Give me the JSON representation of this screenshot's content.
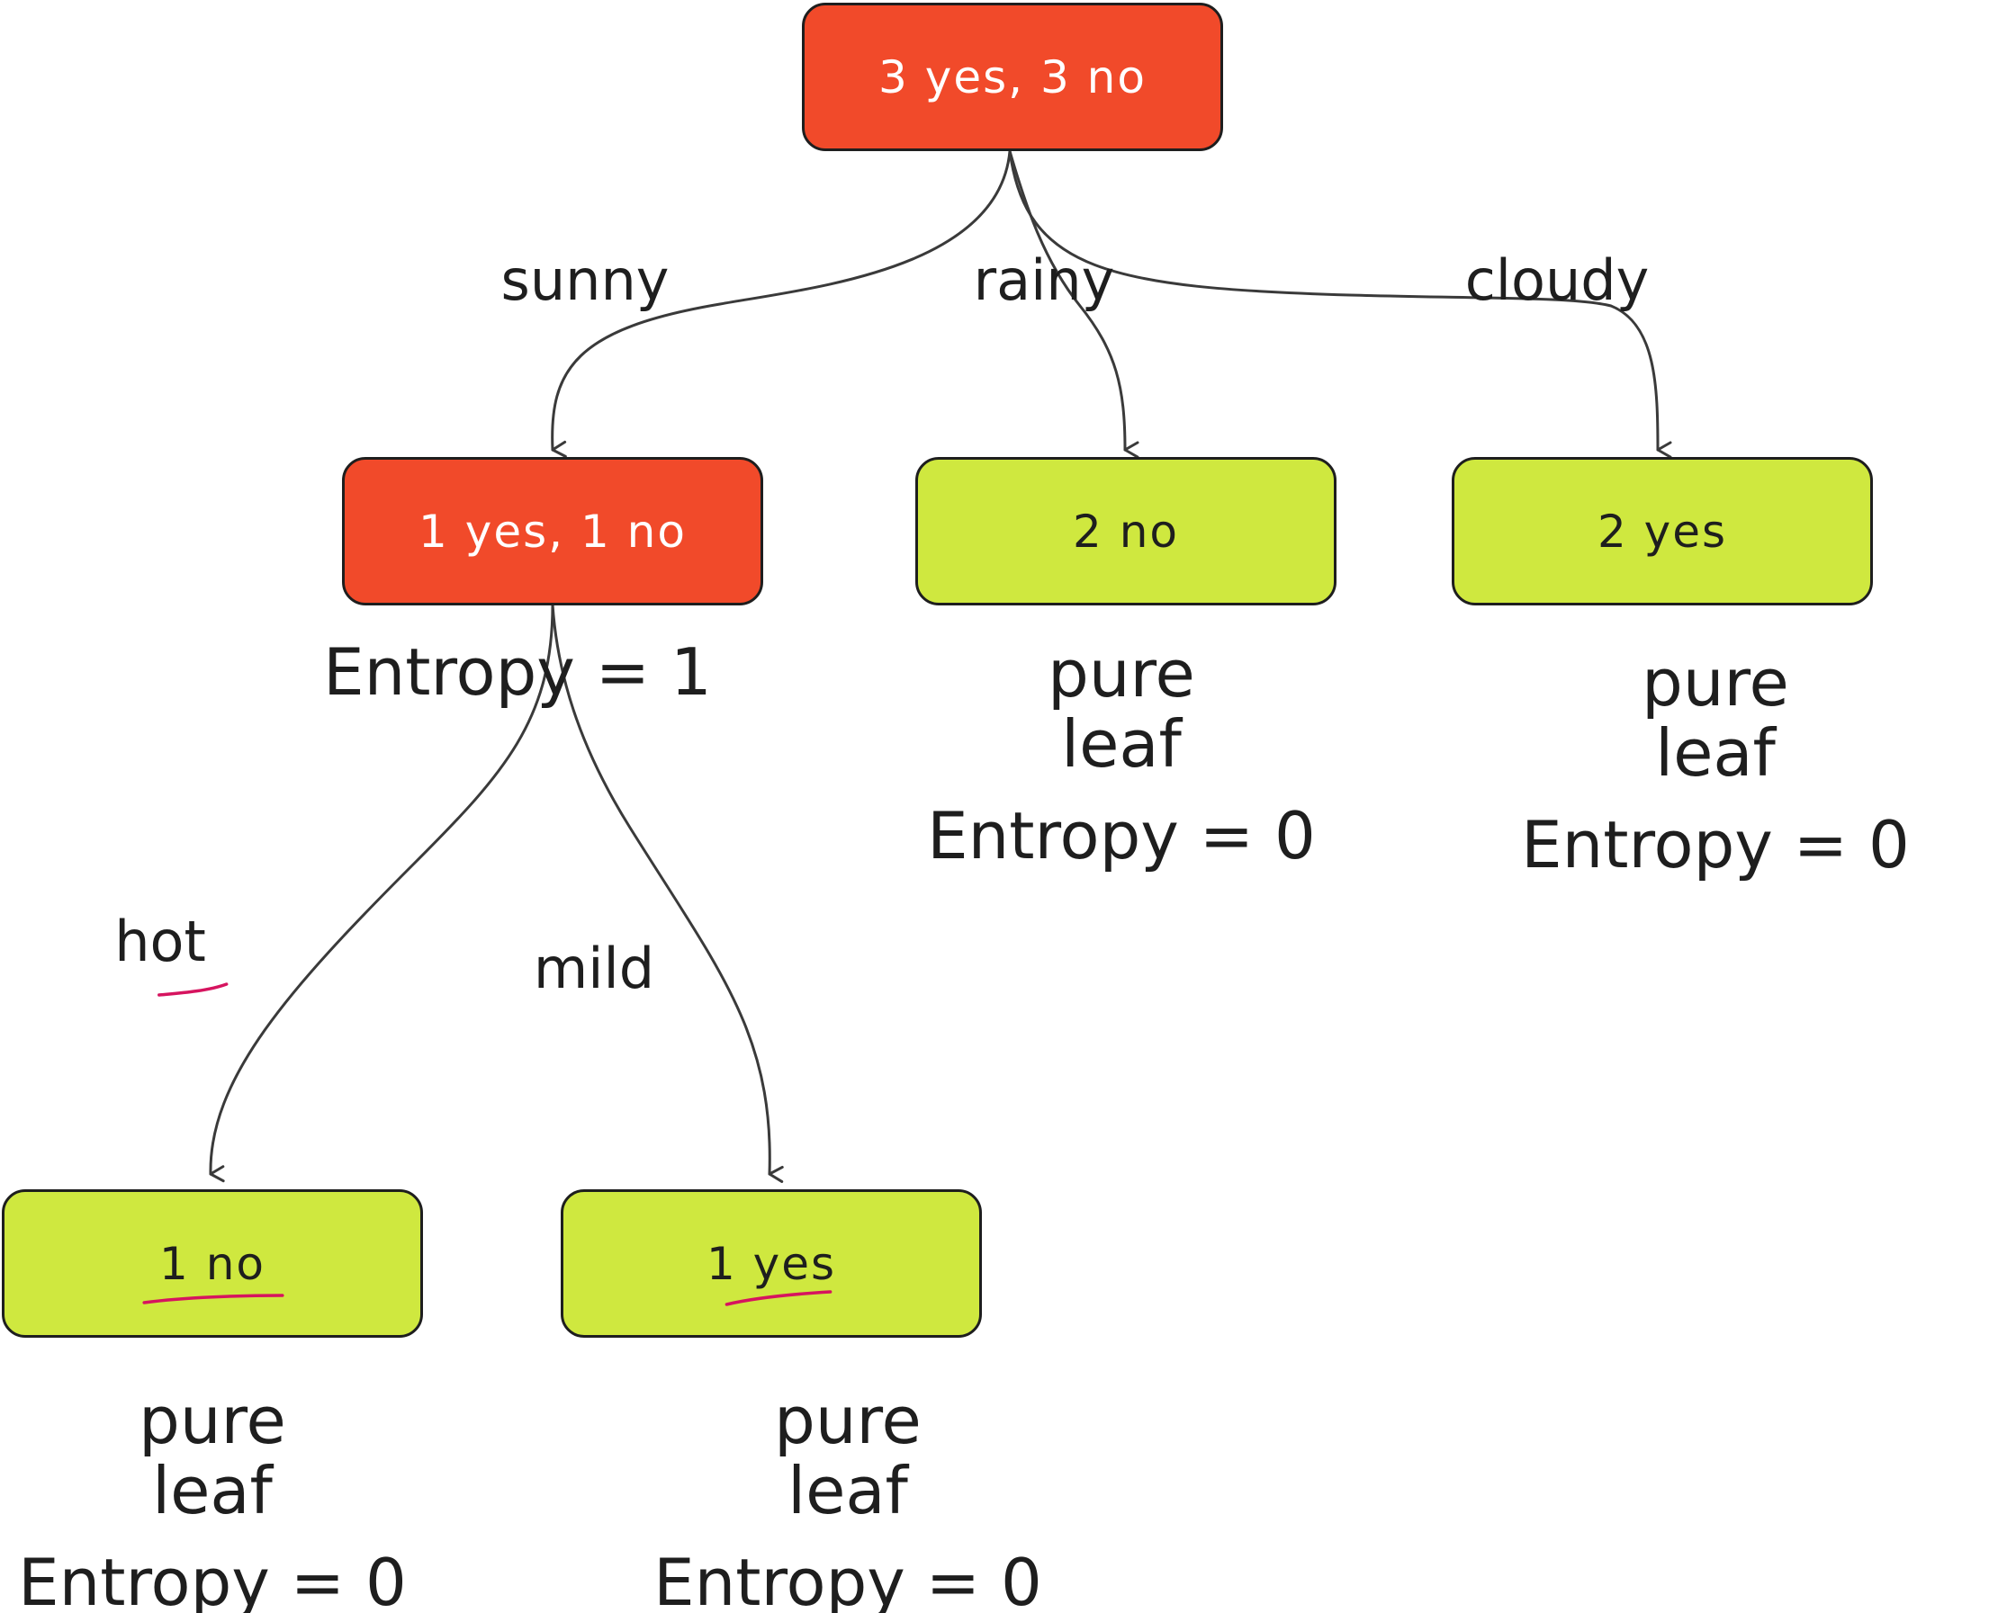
{
  "nodes": {
    "root": {
      "label": "3 yes, 3 no",
      "color": "#f14a2a"
    },
    "sunny": {
      "label": "1 yes, 1 no",
      "color": "#f14a2a"
    },
    "rainy": {
      "label": "2 no",
      "color": "#cfe83f"
    },
    "cloudy": {
      "label": "2 yes",
      "color": "#cfe83f"
    },
    "hot": {
      "label": "1 no",
      "color": "#cfe83f"
    },
    "mild": {
      "label": "1 yes",
      "color": "#cfe83f"
    }
  },
  "edges": {
    "sunny": "sunny",
    "rainy": "rainy",
    "cloudy": "cloudy",
    "hot": "hot",
    "mild": "mild"
  },
  "notes": {
    "sunny_entropy": "Entropy = 1",
    "rainy_pure": "pure",
    "rainy_leaf": "leaf",
    "rainy_entropy": "Entropy = 0",
    "cloudy_pure": "pure",
    "cloudy_leaf": "leaf",
    "cloudy_entropy": "Entropy = 0",
    "hot_pure": "pure",
    "hot_leaf": "leaf",
    "hot_entropy": "Entropy = 0",
    "mild_pure": "pure",
    "mild_leaf": "leaf",
    "mild_entropy": "Entropy = 0"
  },
  "colors": {
    "red": "#f14a2a",
    "green": "#cfe83f",
    "stroke": "#1e1e1e",
    "highlight": "#d6145f"
  }
}
